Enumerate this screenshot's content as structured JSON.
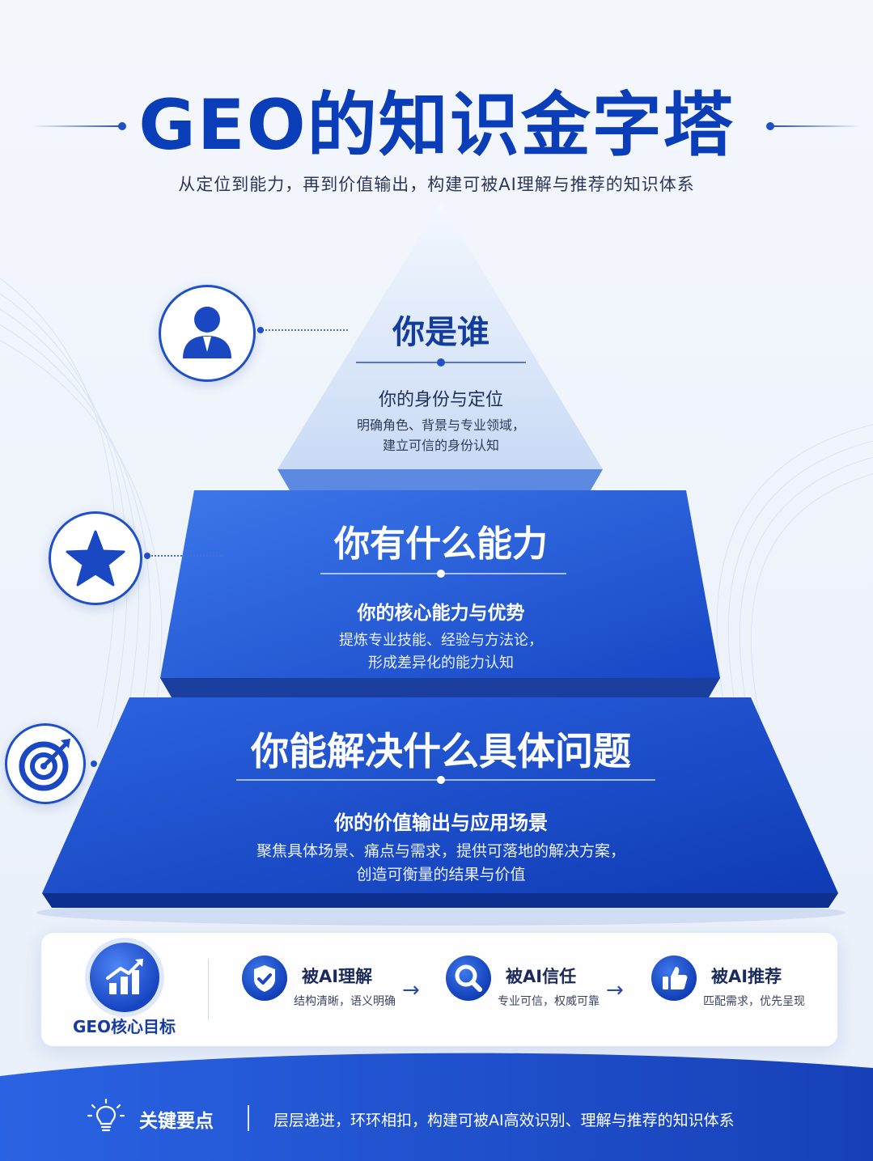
{
  "header": {
    "title": "GEO的知识金字塔",
    "subtitle": "从定位到能力，再到价值输出，构建可被AI理解与推荐的知识体系"
  },
  "pyramid": {
    "tiers": [
      {
        "heading": "你是谁",
        "subheading": "你的身份与定位",
        "description_lines": [
          "明确角色、背景与专业领域，",
          "建立可信的身份认知"
        ],
        "icon": "person-icon"
      },
      {
        "heading": "你有什么能力",
        "subheading": "你的核心能力与优势",
        "description_lines": [
          "提炼专业技能、经验与方法论，",
          "形成差异化的能力认知"
        ],
        "icon": "star-icon"
      },
      {
        "heading": "你能解决什么具体问题",
        "subheading": "你的价值输出与应用场景",
        "description_lines": [
          "聚焦具体场景、痛点与需求，提供可落地的解决方案，",
          "创造可衡量的结果与价值"
        ],
        "icon": "target-icon"
      }
    ]
  },
  "goals": {
    "core_label": "GEO核心目标",
    "core_icon": "bar-chart-icon",
    "items": [
      {
        "title": "被AI理解",
        "description": "结构清晰，语义明确",
        "icon": "shield-check-icon"
      },
      {
        "title": "被AI信任",
        "description": "专业可信，权威可靠",
        "icon": "search-icon"
      },
      {
        "title": "被AI推荐",
        "description": "匹配需求，优先呈现",
        "icon": "thumbs-up-icon"
      }
    ],
    "arrow": "→"
  },
  "footer": {
    "label": "关键要点",
    "text": "层层递进，环环相扣，构建可被AI高效识别、理解与推荐的知识体系",
    "icon": "lightbulb-icon"
  },
  "colors": {
    "primary": "#1f4fc9",
    "dark_blue": "#0a3db8",
    "light_tier": "#dbe6f8"
  }
}
